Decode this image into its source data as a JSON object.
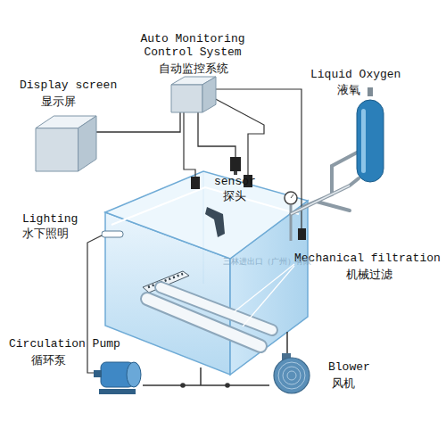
{
  "diagram": {
    "nodes": [
      {
        "text": [
          "Auto Monitoring Control System",
          "自动监控系统"
        ]
      },
      {
        "text": [
          "Liquid Oxygen",
          "液氧"
        ]
      },
      {
        "text": [
          "Display screen",
          "显示屏"
        ]
      },
      {
        "text": [
          "sensor",
          "探头"
        ]
      },
      {
        "text": [
          "Circulation Pump",
          "循环泵"
        ]
      },
      {
        "text": [
          "Blower",
          "风机"
        ]
      }
    ],
    "edges": [
      {
        "from": 0,
        "to": 2,
        "arrow": "none"
      },
      {
        "from": 0,
        "to": 3,
        "arrow": "none"
      },
      {
        "from": 4,
        "to": 5,
        "arrow": "none"
      }
    ],
    "labels": [
      "Lighting",
      "水下照明",
      "Mechanical filtration",
      "机械过滤",
      "三林进出口（广州）有限"
    ]
  }
}
